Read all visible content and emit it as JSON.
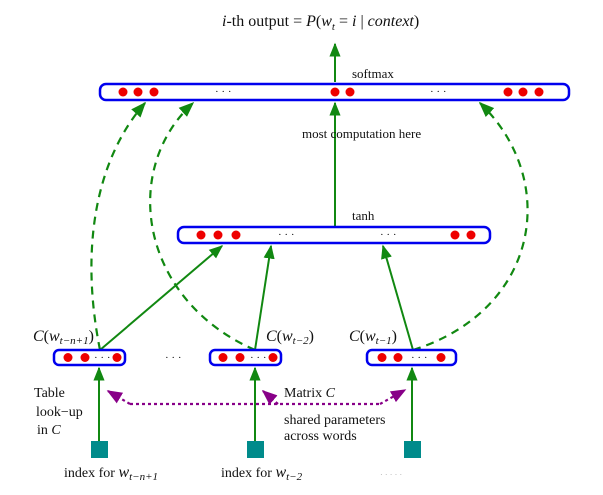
{
  "title": {
    "prefix_italic": "i",
    "prefix": "-th output = ",
    "P": "P",
    "open": "(",
    "w": "w",
    "t": "t",
    "eq": " = ",
    "i": "i",
    "bar": " | ",
    "context": "context",
    "close": ")"
  },
  "layers": {
    "softmax": {
      "label": "softmax",
      "ellipsis": "· · ·"
    },
    "tanh": {
      "label": "tanh",
      "ellipsis": "· · ·"
    },
    "annotation_top": "most  computation here"
  },
  "embeddings": [
    {
      "C": "C",
      "open": "(",
      "w": "w",
      "sub": "t−n+1",
      "close": ")",
      "ellipsis": "· · ·"
    },
    {
      "C": "C",
      "open": "(",
      "w": "w",
      "sub": "t−2",
      "close": ")",
      "ellipsis": "· · ·"
    },
    {
      "C": "C",
      "open": "(",
      "w": "w",
      "sub": "t−1",
      "close": ")",
      "ellipsis": "· · ·"
    }
  ],
  "between_embeddings_ellipsis": "· · ·",
  "lookup_label": {
    "line1": "Table",
    "line2": "look−up",
    "line3": "in ",
    "C": "C"
  },
  "matrix_label": {
    "text": "Matrix ",
    "C": "C"
  },
  "shared_label": {
    "line1": "shared parameters",
    "line2": "across words"
  },
  "indices": [
    {
      "text": "index for ",
      "w": "w",
      "sub": "t−n+1"
    },
    {
      "text": "index for ",
      "w": "w",
      "sub": "t−2"
    },
    {
      "text": "· · · · ·",
      "w": "",
      "sub": ""
    }
  ],
  "colors": {
    "box_stroke": "#0000ee",
    "neuron": "#ee0000",
    "arrow": "#118811",
    "shared_dotted": "#880088",
    "index_square": "#008b8b"
  }
}
